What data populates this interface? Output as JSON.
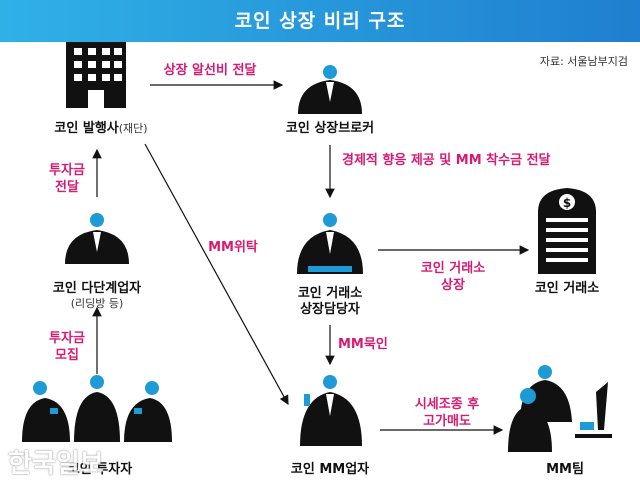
{
  "title": "코인 상장 비리 구조",
  "source": "자료: 서울남부지검",
  "watermark": "한국일보",
  "colors": {
    "title_bg": "#2494de",
    "accent_text": "#d81b72",
    "figure": "#111111",
    "head_dot": "#1e9ad6"
  },
  "nodes": {
    "issuer": {
      "label": "코인 발행사",
      "sub": "(재단)"
    },
    "broker": {
      "label": "코인 상장브로커"
    },
    "multilevel": {
      "label": "코인 다단계업자",
      "sub": "(리딩방 등)"
    },
    "exchange_officer": {
      "label": "코인 거래소",
      "label2": "상장담당자"
    },
    "exchange": {
      "label": "코인 거래소"
    },
    "investors": {
      "label": "코인 투자자"
    },
    "mm_trader": {
      "label": "코인 MM업자"
    },
    "mm_team": {
      "label": "MM팀"
    }
  },
  "edges": {
    "listing_fee": "상장 알선비 전달",
    "investment_deliver": [
      "투자금",
      "전달"
    ],
    "economic_benefit": "경제적 향응 제공 및 MM 착수금 전달",
    "mm_entrust": "MM위탁",
    "listing": [
      "코인 거래소",
      "상장"
    ],
    "investment_raise": [
      "투자금",
      "모집"
    ],
    "mm_acquiesce": "MM묵인",
    "price_manipulation": [
      "시세조종 후",
      "고가매도"
    ]
  }
}
